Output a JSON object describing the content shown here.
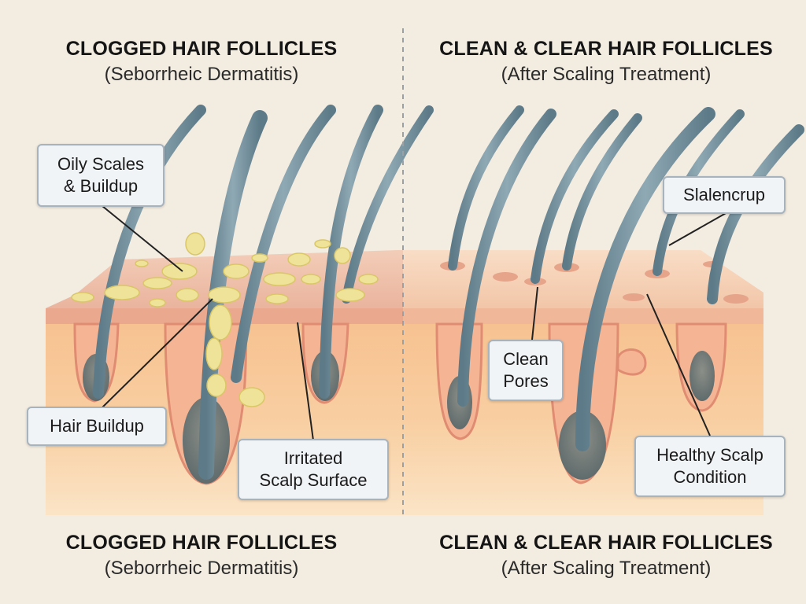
{
  "left_panel": {
    "title": "CLOGGED HAIR FOLLICLES",
    "subtitle": "(Seborrheic Dermatitis)",
    "labels": {
      "oily_scales": "Oily Scales\n& Buildup",
      "hair_buildup": "Hair Buildup",
      "irritated_scalp": "Irritated\nScalp Surface"
    }
  },
  "right_panel": {
    "title": "CLEAN & CLEAR HAIR FOLLICLES",
    "subtitle": "(After Scaling Treatment)",
    "labels": {
      "slalencrup": "Slalencrup",
      "clean_pores": "Clean\nPores",
      "healthy_scalp": "Healthy Scalp\nCondition"
    }
  },
  "bottom_left": {
    "title": "CLOGGED HAIR FOLLICLES",
    "subtitle": "(Seborrheic Dermatitis)"
  },
  "bottom_right": {
    "title": "CLEAN & CLEAR HAIR FOLLICLES",
    "subtitle": "(After Scaling Treatment)"
  },
  "colors": {
    "background": "#f3ece1",
    "skin_top": "#f4d3b8",
    "dermis": "#f6c596",
    "follicle_outline": "#e0957b",
    "hair": "#6f8e9c",
    "sebum": "#efe39a",
    "label_bg": "#f1f4f6",
    "label_border": "#a7b3bd"
  }
}
